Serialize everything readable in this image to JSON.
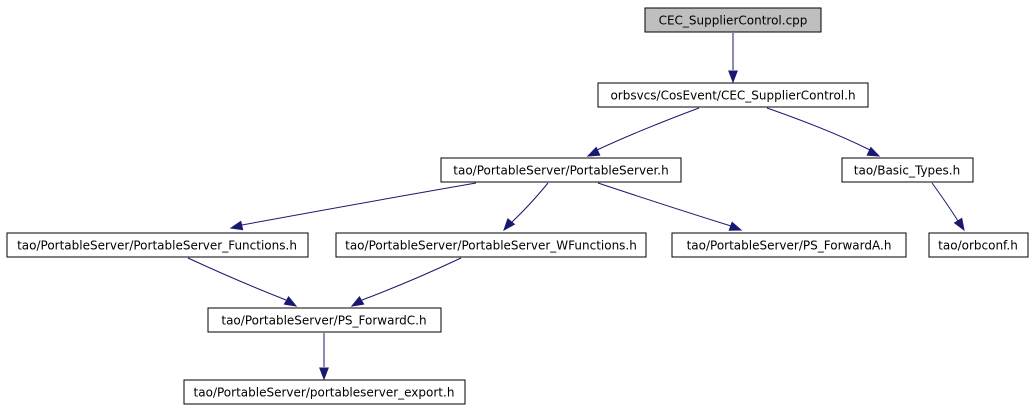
{
  "diagram": {
    "colors": {
      "root_fill": "#bfbfbf",
      "node_fill": "#ffffff",
      "border": "#000000",
      "edge": "#191970"
    },
    "nodes": {
      "root": "CEC_SupplierControl.cpp",
      "supplier_control_h": "orbsvcs/CosEvent/CEC_SupplierControl.h",
      "portable_server_h": "tao/PortableServer/PortableServer.h",
      "basic_types_h": "tao/Basic_Types.h",
      "ps_functions_h": "tao/PortableServer/PortableServer_Functions.h",
      "ps_wfunctions_h": "tao/PortableServer/PortableServer_WFunctions.h",
      "ps_forwarda_h": "tao/PortableServer/PS_ForwardA.h",
      "orbconf_h": "tao/orbconf.h",
      "ps_forwardc_h": "tao/PortableServer/PS_ForwardC.h",
      "ps_export_h": "tao/PortableServer/portableserver_export.h"
    },
    "edges": [
      [
        "root",
        "supplier_control_h"
      ],
      [
        "supplier_control_h",
        "portable_server_h"
      ],
      [
        "supplier_control_h",
        "basic_types_h"
      ],
      [
        "portable_server_h",
        "ps_functions_h"
      ],
      [
        "portable_server_h",
        "ps_wfunctions_h"
      ],
      [
        "portable_server_h",
        "ps_forwarda_h"
      ],
      [
        "basic_types_h",
        "orbconf_h"
      ],
      [
        "ps_functions_h",
        "ps_forwardc_h"
      ],
      [
        "ps_wfunctions_h",
        "ps_forwardc_h"
      ],
      [
        "ps_forwardc_h",
        "ps_export_h"
      ]
    ]
  }
}
